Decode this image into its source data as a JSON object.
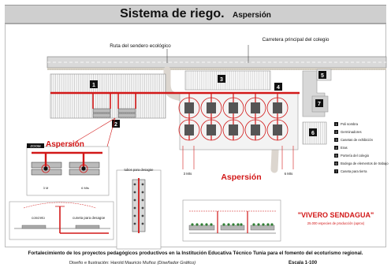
{
  "header": {
    "title": "Sistema de riego.",
    "subtitle": "Aspersión"
  },
  "labels": {
    "road_trail": "Ruta del sendero ecológico",
    "road_main": "Carretera principal del colegio",
    "aspersion_1": "Aspersión",
    "aspersion_2": "Aspersión",
    "zoom": "ZOOM",
    "dim_3m_a": "3 M",
    "dim_6m_a": "6 Mts",
    "dim_3m_b": "3 Mts",
    "dim_6m_b": "6 Mts",
    "tube_label": "tubos para desagüe",
    "concrete": "concreto",
    "drain_ditch": "cuneta para desagüe",
    "vivero_title": "\"VIVERO SENDAGUA\"",
    "vivero_sub": "25.000 especies de producción (aprox)"
  },
  "zone_markers": [
    "1",
    "2",
    "3",
    "4",
    "5",
    "6",
    "7"
  ],
  "legend": [
    {
      "num": "1",
      "text": "Poli sombra"
    },
    {
      "num": "2",
      "text": "Germinadores"
    },
    {
      "num": "3",
      "text": "Casetas de exhibición"
    },
    {
      "num": "4",
      "text": "Eras"
    },
    {
      "num": "5",
      "text": "Portería del colegio"
    },
    {
      "num": "6",
      "text": "Bodega de elementos de trabajo"
    },
    {
      "num": "7",
      "text": "Caseta para tierra"
    }
  ],
  "footer": {
    "project": "Fortalecimiento de los proyectos pedagógicos productivos en la Institución Educativa Técnico Tunia para el fomento del ecoturismo regional.",
    "design_label": "Diseño e Ilustración: Harold Mauricio Muñoz",
    "design_role": "(Diseñador Gráfico)",
    "scale": "Escala 1-100"
  },
  "colors": {
    "pipe": "#d21818",
    "accent": "#d21818",
    "marker_bg": "#111111",
    "road": "#d9d9d9",
    "sprinkler_ring": "#d21818"
  }
}
